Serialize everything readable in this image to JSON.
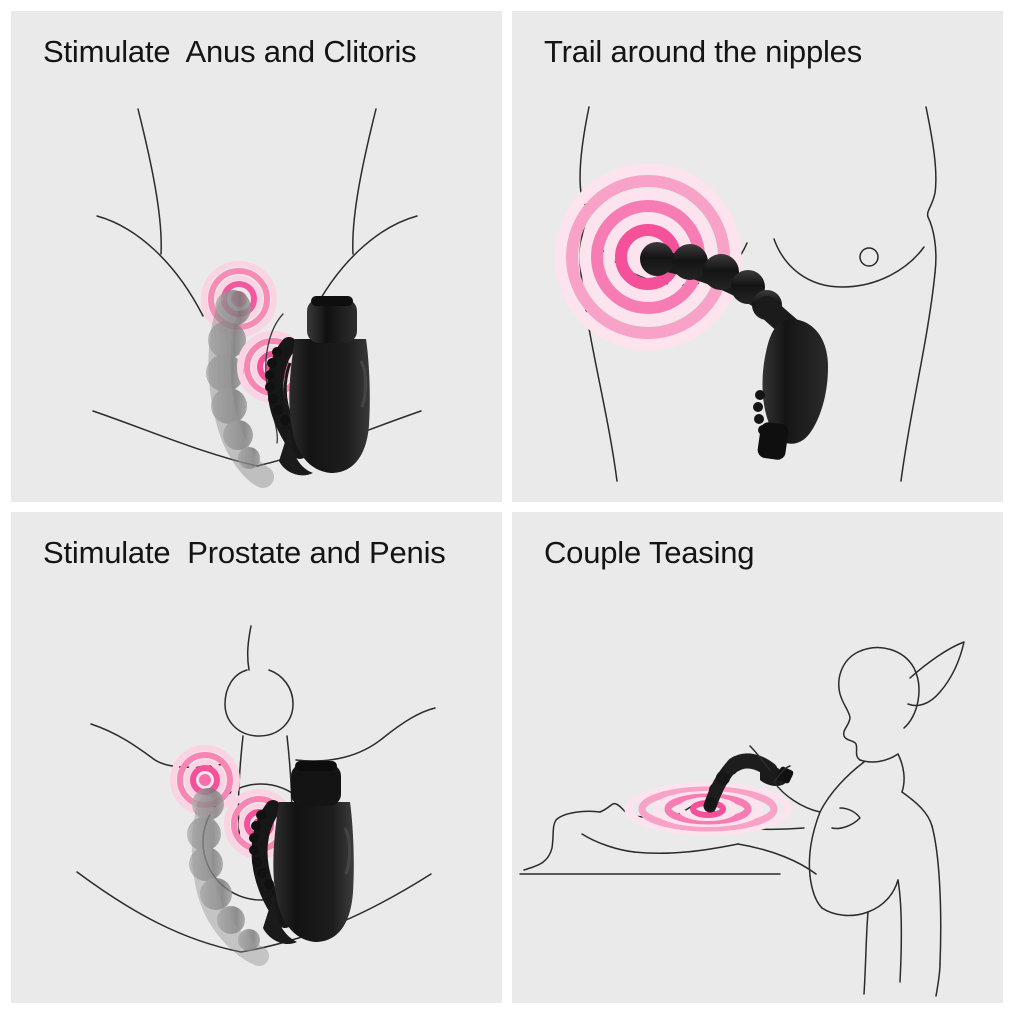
{
  "page": {
    "background_color": "#ffffff",
    "panel_background_color": "#eaeaea",
    "accent_pink": "#f474a8",
    "accent_pink_light": "#fbc0d6",
    "device_black": "#1c1c1c",
    "device_gray": "#8a8a8a",
    "outline_color": "#2b2b2b",
    "layout": "2x2 grid of instructional illustration panels"
  },
  "panels": [
    {
      "id": "panel-anus-clitoris",
      "position": "top-left",
      "title": "Stimulate  Anus and Clitoris",
      "scene": "female-pelvis-front-view",
      "device": "beaded-vibrator-with-clitoral-arm",
      "vibration_points": 2,
      "ghost_beads": true
    },
    {
      "id": "panel-nipples",
      "position": "top-right",
      "title": "Trail around the nipples",
      "scene": "female-torso-breasts",
      "device": "beaded-vibrator-curved",
      "vibration_points": 1,
      "ghost_beads": false
    },
    {
      "id": "panel-prostate-penis",
      "position": "bottom-left",
      "title": "Stimulate  Prostate and Penis",
      "scene": "male-pelvis-front-view",
      "device": "beaded-vibrator-with-arm",
      "vibration_points": 2,
      "ghost_beads": true
    },
    {
      "id": "panel-couple",
      "position": "bottom-right",
      "title": "Couple Teasing",
      "scene": "couple-one-lying-one-standing",
      "device": "beaded-vibrator-handheld",
      "vibration_points": 1,
      "ghost_beads": false
    }
  ]
}
